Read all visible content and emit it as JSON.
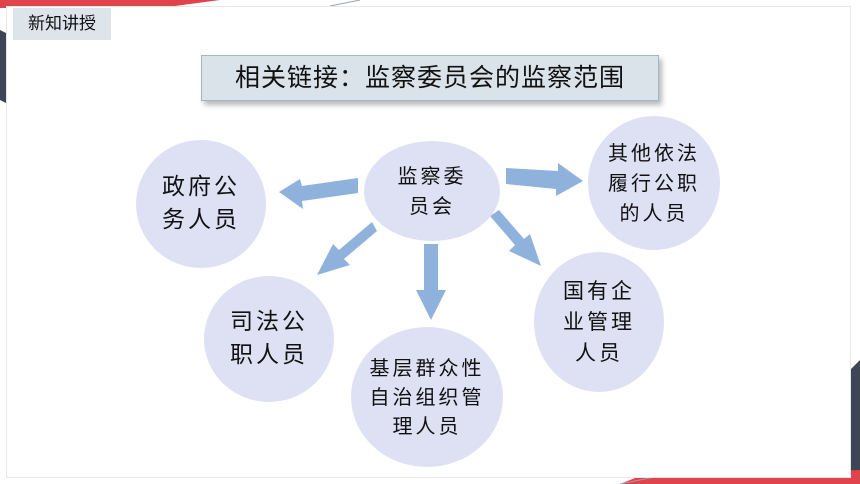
{
  "section_tag": "新知讲授",
  "title": "相关链接：监察委员会的监察范围",
  "center": [
    "监察委",
    "员会"
  ],
  "nodes": {
    "government": [
      "政府公",
      "务人员"
    ],
    "judicial": [
      "司法公",
      "职人员"
    ],
    "grassroots": [
      "基层群众性",
      "自治组织管",
      "理人员"
    ],
    "state_enterprise": [
      "国有企",
      "业管理",
      "人员"
    ],
    "other": [
      "其他依法",
      "履行公职",
      "的人员"
    ]
  },
  "colors": {
    "bubble": "#dde1f3",
    "arrow": "#8fb2dd",
    "accent_red": "#e0434b",
    "accent_dark": "#3d4557"
  }
}
